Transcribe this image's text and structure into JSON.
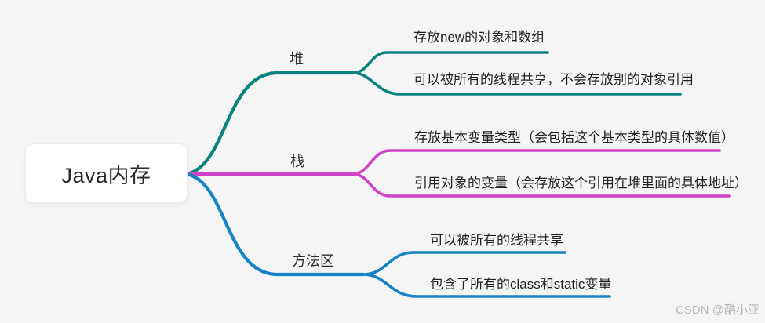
{
  "canvas": {
    "background": "#f5f5f6"
  },
  "root": {
    "label": "Java内存"
  },
  "branches": [
    {
      "id": "heap",
      "label": "堆",
      "color": "#0a837e",
      "children": [
        {
          "label": "存放new的对象和数组"
        },
        {
          "label": "可以被所有的线程共享，不会存放别的对象引用"
        }
      ]
    },
    {
      "id": "stack",
      "label": "栈",
      "color": "#cf42c6",
      "children": [
        {
          "label": "存放基本变量类型（会包括这个基本类型的具体数值）"
        },
        {
          "label": "引用对象的变量（会存放这个引用在堆里面的具体地址）"
        }
      ]
    },
    {
      "id": "method-area",
      "label": "方法区",
      "color": "#1484c5",
      "children": [
        {
          "label": "可以被所有的线程共享"
        },
        {
          "label": "包含了所有的class和static变量"
        }
      ]
    }
  ],
  "watermark": {
    "text": "CSDN @酷小亚",
    "color": "#b9b9b9"
  }
}
